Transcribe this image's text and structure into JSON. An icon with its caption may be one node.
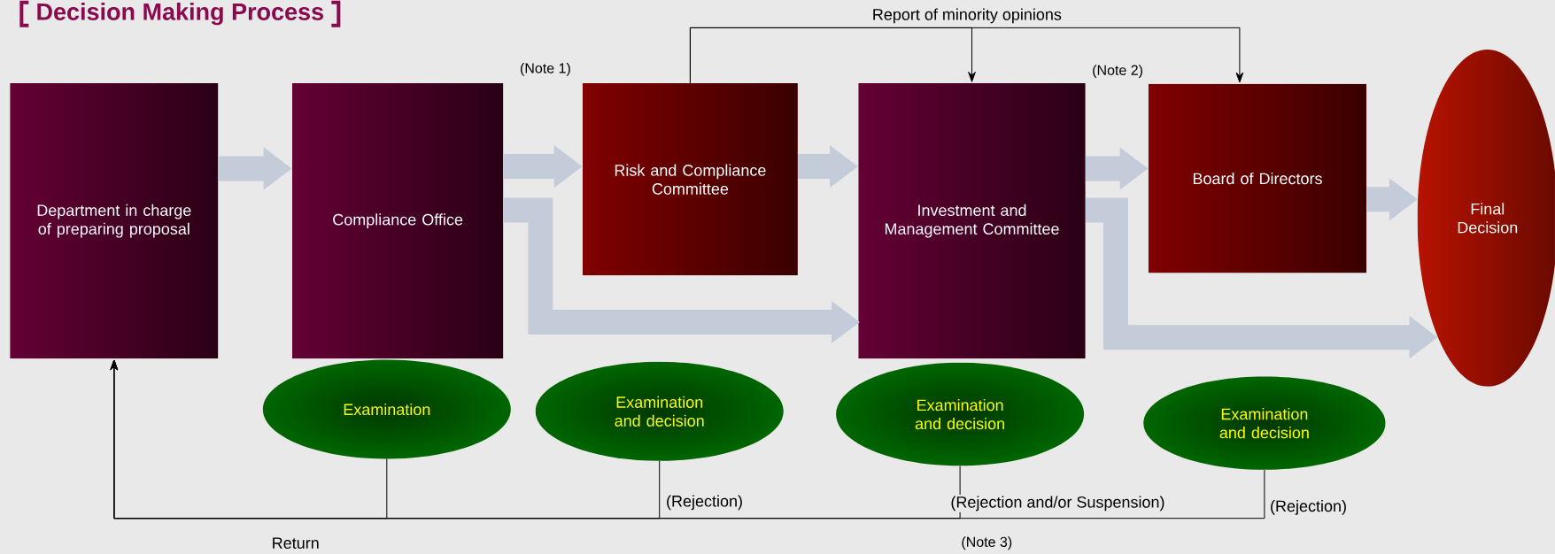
{
  "diagram": {
    "title": "Decision Making Process",
    "nodes": [
      {
        "text": [
          "Department in charge of preparing proposal"
        ]
      },
      {
        "text": [
          "Compliance Office"
        ]
      },
      {
        "text": [
          "Risk and Compliance Committee"
        ]
      },
      {
        "text": [
          "Investment and Management Committee"
        ]
      },
      {
        "text": [
          "Board of Directors"
        ]
      },
      {
        "text": [
          "Final Decision"
        ]
      },
      {
        "text": [
          "Examination"
        ]
      },
      {
        "text": [
          "Examination and decision"
        ]
      },
      {
        "text": [
          "Examination and decision"
        ]
      },
      {
        "text": [
          "Examination and decision"
        ]
      }
    ],
    "edges": [
      {
        "from": 0,
        "to": 1,
        "arrow": "to"
      },
      {
        "from": 1,
        "to": 2,
        "arrow": "to"
      },
      {
        "from": 2,
        "to": 3,
        "arrow": "to"
      },
      {
        "from": 3,
        "to": 4,
        "arrow": "to"
      },
      {
        "from": 4,
        "to": 5,
        "arrow": "to"
      },
      {
        "from": 1,
        "to": 3,
        "arrow": "to"
      },
      {
        "from": 3,
        "to": 5,
        "arrow": "to"
      },
      {
        "from": 2,
        "to": 3,
        "arrow": "to",
        "label": "Report of minority opinions",
        "color": "#000000"
      },
      {
        "from": 2,
        "to": 4,
        "arrow": "to",
        "color": "#000000"
      },
      {
        "from": 6,
        "to": 0,
        "arrow": "to",
        "label": "Return",
        "color": "#000000"
      },
      {
        "from": 7,
        "to": 0,
        "arrow": "to",
        "label": "(Rejection)",
        "color": "#000000"
      },
      {
        "from": 8,
        "to": 0,
        "arrow": "to",
        "label": "(Rejection and/or Suspension)",
        "color": "#000000"
      },
      {
        "from": 9,
        "to": 0,
        "arrow": "to",
        "label": "(Rejection)",
        "color": "#000000"
      }
    ],
    "labels": [
      "(Note 1)",
      "(Note 2)",
      "(Note 3)"
    ]
  }
}
